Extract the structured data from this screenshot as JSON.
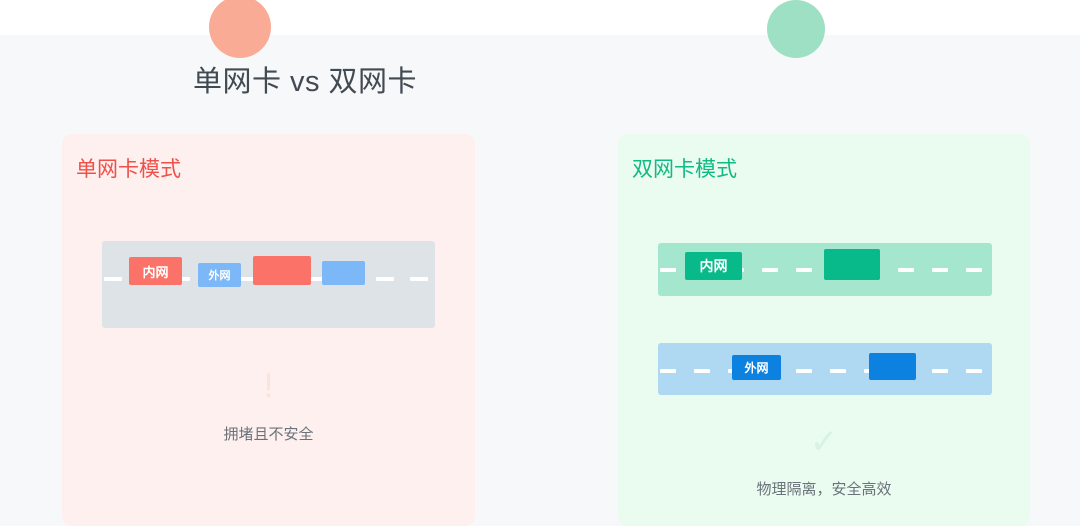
{
  "page": {
    "background": "#f7f8fa",
    "title": "单网卡 vs 双网卡"
  },
  "decorations": [
    {
      "name": "circle-pink",
      "color": "#f9ab96"
    },
    {
      "name": "circle-mint",
      "color": "#9ee0c4"
    }
  ],
  "left_panel": {
    "title": "单网卡模式",
    "title_color": "#f0504a",
    "background": "#fdf0ee",
    "road": {
      "color": "#dde3e6",
      "lanes": 1,
      "dash_color": "#ffffff"
    },
    "vehicles": [
      {
        "label": "内网",
        "color": "#fa7268",
        "type": "red-labeled"
      },
      {
        "label": "外网",
        "color": "#7cb8f7",
        "type": "blue-labeled"
      },
      {
        "label": "",
        "color": "#fa7268",
        "type": "red-plain"
      },
      {
        "label": "",
        "color": "#7cb8f7",
        "type": "blue-plain"
      }
    ],
    "status_icon": "exclamation-icon",
    "status_glyph": "!",
    "status_color": "#fbe2dd",
    "caption": "拥堵且不安全"
  },
  "right_panel": {
    "title": "双网卡模式",
    "title_color": "#10ba84",
    "background": "#eafbf0",
    "roads": [
      {
        "name": "intranet-road",
        "color": "#a5e6cf",
        "dash_color": "#ffffff",
        "vehicles": [
          {
            "label": "内网",
            "color": "#08b98a",
            "type": "green-labeled"
          },
          {
            "label": "",
            "color": "#08b98a",
            "type": "green-plain"
          }
        ]
      },
      {
        "name": "extranet-road",
        "color": "#afd9f2",
        "dash_color": "#ffffff",
        "vehicles": [
          {
            "label": "外网",
            "color": "#0c81e0",
            "type": "blue-labeled"
          },
          {
            "label": "",
            "color": "#0c81e0",
            "type": "blue-plain"
          }
        ]
      }
    ],
    "status_icon": "check-icon",
    "status_glyph": "✓",
    "status_color": "#d6f3e3",
    "caption": "物理隔离，安全高效"
  }
}
